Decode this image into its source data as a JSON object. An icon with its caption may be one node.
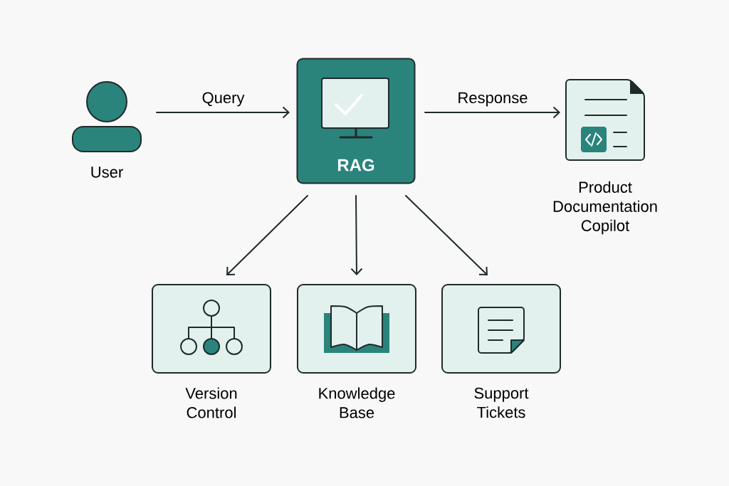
{
  "diagram": {
    "nodes": [
      {
        "text": [
          "User"
        ]
      },
      {
        "text": [
          "RAG"
        ]
      },
      {
        "text": [
          "Product Documentation Copilot"
        ]
      },
      {
        "text": [
          "Version Control"
        ]
      },
      {
        "text": [
          "Knowledge Base"
        ]
      },
      {
        "text": [
          "Support Tickets"
        ]
      }
    ],
    "edges": [
      {
        "from": 0,
        "to": 1,
        "arrow": "to",
        "label": "Query"
      },
      {
        "from": 1,
        "to": 2,
        "arrow": "to",
        "label": "Response"
      },
      {
        "from": 1,
        "to": 3,
        "arrow": "to"
      },
      {
        "from": 1,
        "to": 4,
        "arrow": "to"
      },
      {
        "from": 1,
        "to": 5,
        "arrow": "to"
      }
    ]
  }
}
